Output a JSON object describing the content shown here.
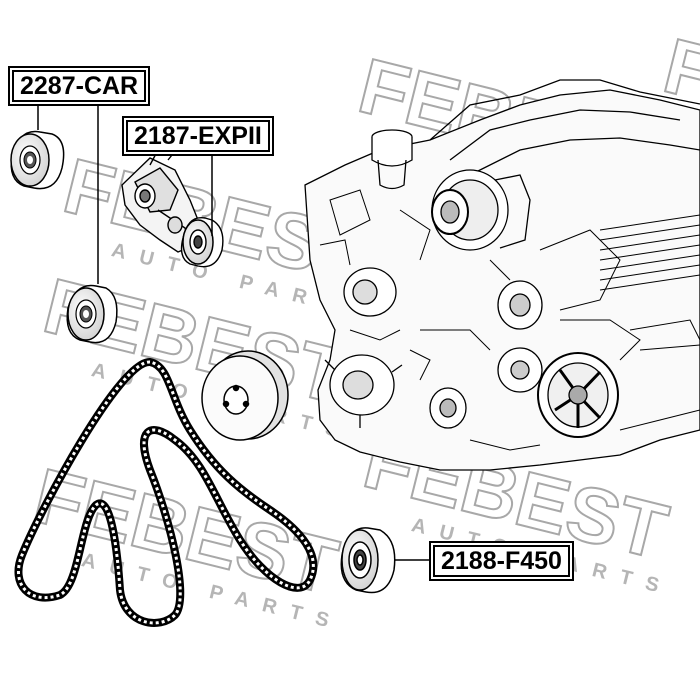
{
  "watermark": {
    "brand": "FEBEST",
    "tagline": "AUTO PARTS",
    "color": "#c8c8c8"
  },
  "labels": {
    "idler_top": "2287-CAR",
    "tensioner": "2187-EXPII",
    "idler_bottom": "2188-F450"
  },
  "colors": {
    "ink": "#000000",
    "paper": "#ffffff",
    "shade": "#bdbdbd"
  }
}
